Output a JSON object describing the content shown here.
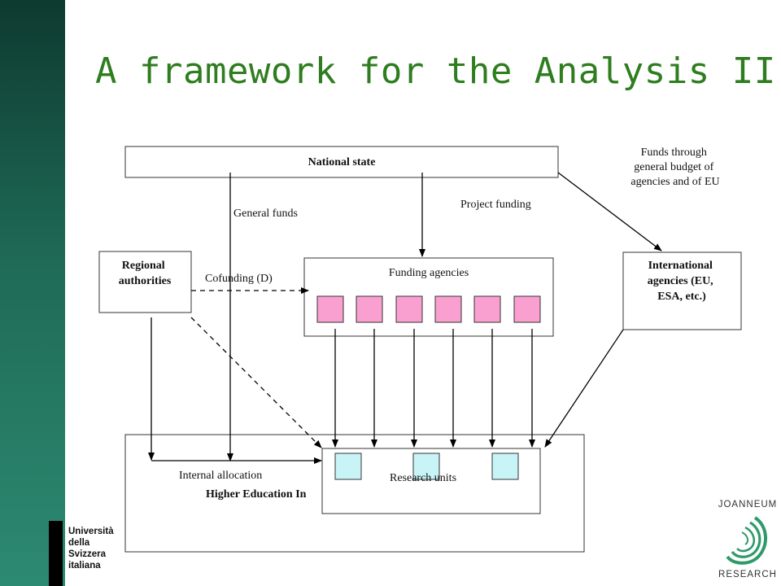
{
  "slide": {
    "title": "A framework for the Analysis II"
  },
  "diagram": {
    "nodes": {
      "national_state": "National state",
      "regional_authorities": [
        "Regional",
        "authorities"
      ],
      "funding_agencies": "Funding agencies",
      "international_agencies": [
        "International",
        "agencies (EU,",
        "ESA, etc.)"
      ],
      "research_units": "Research units",
      "hei": "Higher Education In"
    },
    "labels": {
      "general_funds": "General funds",
      "project_funding": "Project funding",
      "funds_through": [
        "Funds through",
        "general budget of",
        "agencies and of EU"
      ],
      "cofunding": "Cofunding (D)",
      "internal_allocation": "Internal allocation"
    },
    "colors": {
      "agency_box": "#f9a0d0",
      "research_box": "#c8f4f8",
      "title": "#2e7d1e"
    }
  },
  "logos": {
    "usi": [
      "Università",
      "della",
      "Svizzera",
      "italiana"
    ],
    "joanneum_top": "JOANNEUM",
    "joanneum_bottom": "RESEARCH",
    "joanneum_mark": "joanneum-wave-icon"
  }
}
